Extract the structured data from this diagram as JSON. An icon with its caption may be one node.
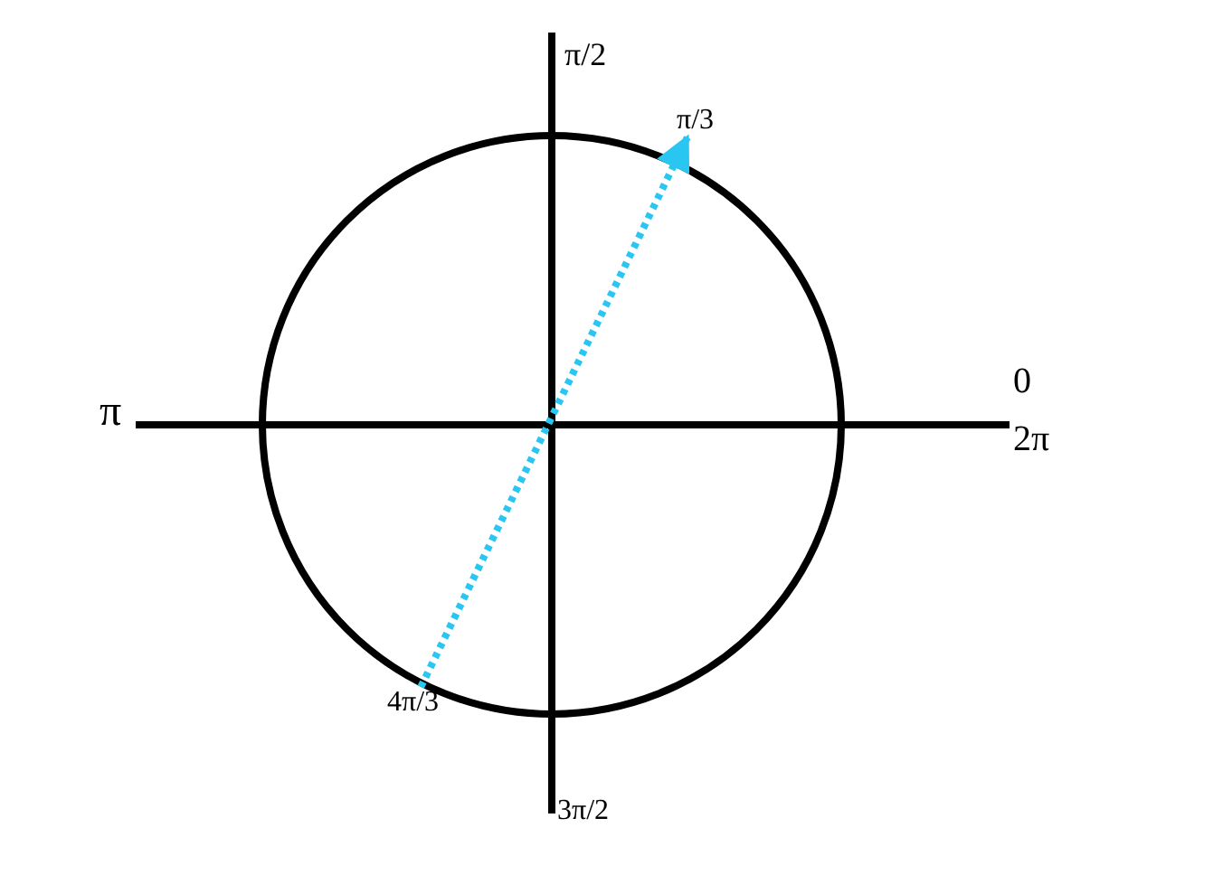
{
  "diagram": {
    "nodes": [
      {
        "text": [
          "4π/3"
        ]
      },
      {
        "text": [
          "π/3"
        ]
      }
    ],
    "edges": [
      {
        "from": 0,
        "to": 1,
        "arrow": "to",
        "style": "dashed",
        "color": "#29c6f2"
      }
    ],
    "labels": [
      "π/2",
      "0",
      "π",
      "2π",
      "3π/2"
    ]
  }
}
